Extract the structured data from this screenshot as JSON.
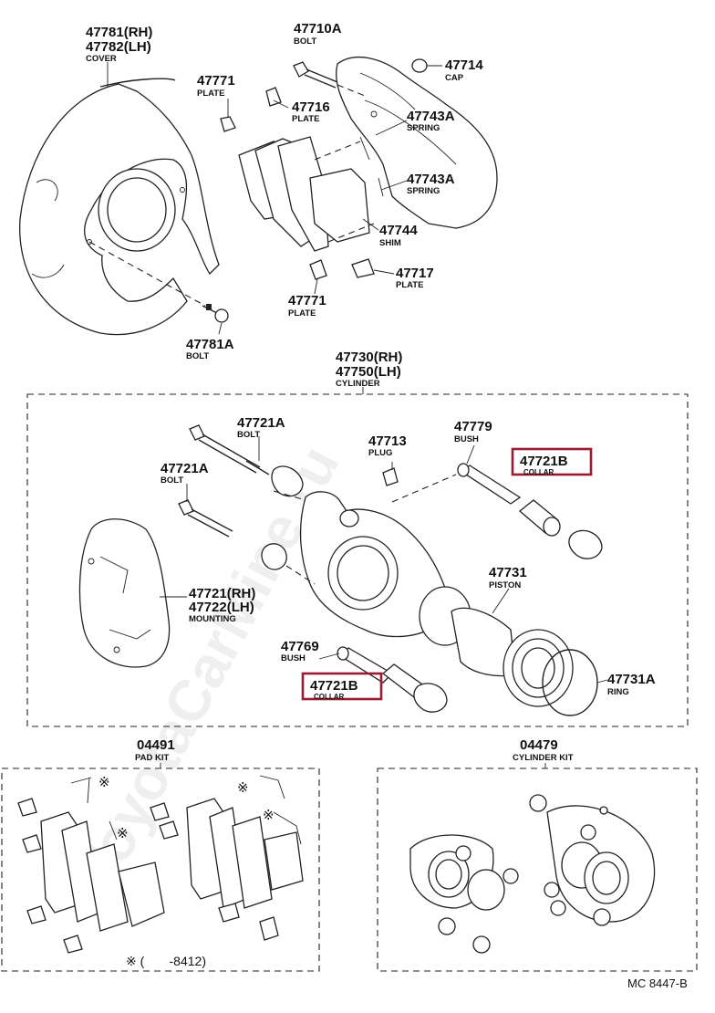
{
  "diagram_code": "MC 8447-B",
  "watermark": "ToyotaCarMine.ru",
  "footnote": "※ (       -8412)",
  "asterisk": "※",
  "highlight_color": "#9b1b30",
  "parts": [
    {
      "id": "cover",
      "lines": [
        "47781(RH)",
        "47782(LH)"
      ],
      "name": "COVER"
    },
    {
      "id": "bolt-47710a",
      "lines": [
        "47710A"
      ],
      "name": "BOLT"
    },
    {
      "id": "cap-47714",
      "lines": [
        "47714"
      ],
      "name": "CAP"
    },
    {
      "id": "plate-47771-top",
      "lines": [
        "47771"
      ],
      "name": "PLATE"
    },
    {
      "id": "plate-47716",
      "lines": [
        "47716"
      ],
      "name": "PLATE"
    },
    {
      "id": "spring-47743a-1",
      "lines": [
        "47743A"
      ],
      "name": "SPRING"
    },
    {
      "id": "spring-47743a-2",
      "lines": [
        "47743A"
      ],
      "name": "SPRING"
    },
    {
      "id": "shim-47744",
      "lines": [
        "47744"
      ],
      "name": "SHIM"
    },
    {
      "id": "plate-47717",
      "lines": [
        "47717"
      ],
      "name": "PLATE"
    },
    {
      "id": "plate-47771-bottom",
      "lines": [
        "47771"
      ],
      "name": "PLATE"
    },
    {
      "id": "bolt-47781a",
      "lines": [
        "47781A"
      ],
      "name": "BOLT"
    },
    {
      "id": "cylinder",
      "lines": [
        "47730(RH)",
        "47750(LH)"
      ],
      "name": "CYLINDER"
    },
    {
      "id": "bolt-47721a-1",
      "lines": [
        "47721A"
      ],
      "name": "BOLT"
    },
    {
      "id": "plug-47713",
      "lines": [
        "47713"
      ],
      "name": "PLUG"
    },
    {
      "id": "bush-47779",
      "lines": [
        "47779"
      ],
      "name": "BUSH"
    },
    {
      "id": "collar-47721b-1",
      "lines": [
        "47721B"
      ],
      "name": "COLLAR"
    },
    {
      "id": "bolt-47721a-2",
      "lines": [
        "47721A"
      ],
      "name": "BOLT"
    },
    {
      "id": "mounting",
      "lines": [
        "47721(RH)",
        "47722(LH)"
      ],
      "name": "MOUNTING"
    },
    {
      "id": "piston-47731",
      "lines": [
        "47731"
      ],
      "name": "PISTON"
    },
    {
      "id": "bush-47769",
      "lines": [
        "47769"
      ],
      "name": "BUSH"
    },
    {
      "id": "collar-47721b-2",
      "lines": [
        "47721B"
      ],
      "name": "COLLAR"
    },
    {
      "id": "ring-47731a",
      "lines": [
        "47731A"
      ],
      "name": "RING"
    },
    {
      "id": "pad-kit",
      "lines": [
        "04491"
      ],
      "name": "PAD KIT"
    },
    {
      "id": "cylinder-kit",
      "lines": [
        "04479"
      ],
      "name": "CYLINDER KIT"
    }
  ]
}
